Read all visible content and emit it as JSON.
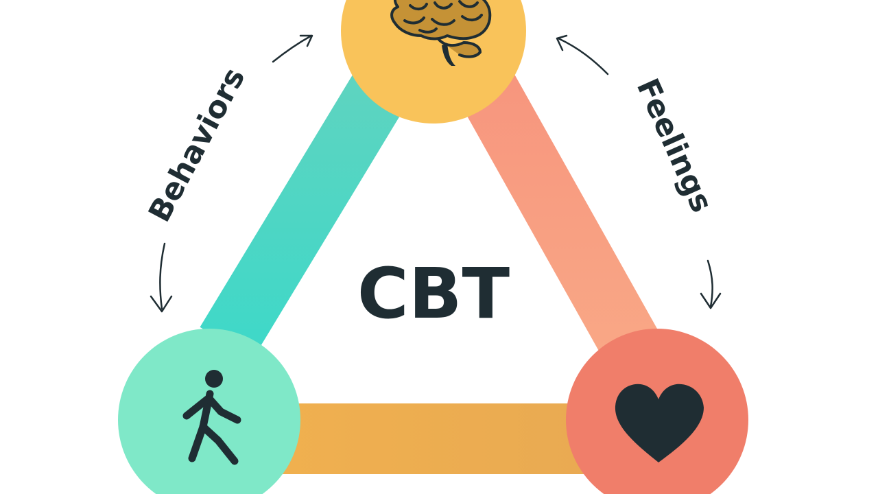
{
  "diagram": {
    "center_label": "CBT",
    "left_label": "Behaviors",
    "right_label": "Feelings",
    "nodes": {
      "top": {
        "icon": "brain-icon",
        "color": "#f9c35a"
      },
      "left": {
        "icon": "walking-person-icon",
        "color": "#7fe8c8"
      },
      "right": {
        "icon": "heart-icon",
        "color": "#f07e6a"
      }
    },
    "links": {
      "left": {
        "color": "#4dd6c2"
      },
      "right": {
        "color": "#f8a07f"
      },
      "bottom": {
        "color": "#f1b553"
      }
    },
    "text_color": "#1f2d33",
    "background": "#ffffff"
  }
}
